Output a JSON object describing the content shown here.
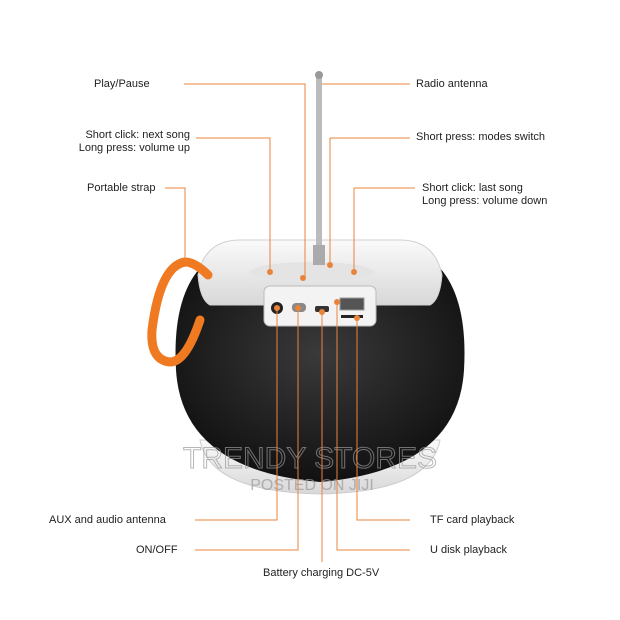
{
  "labels": {
    "play_pause": "Play/Pause",
    "next_song_1": "Short click: next song",
    "next_song_2": "Long press: volume up",
    "portable_strap": "Portable strap",
    "radio_antenna": "Radio antenna",
    "modes_switch": "Short press: modes switch",
    "last_song_1": "Short click: last song",
    "last_song_2": "Long press: volume down",
    "aux": "AUX and audio antenna",
    "on_off": "ON/OFF",
    "battery": "Battery charging DC-5V",
    "tf_card": "TF card  playback",
    "u_disk": "U disk playback"
  },
  "watermark": {
    "line1": "TRENDY STORES",
    "line2": "POSTED ON JIJI"
  },
  "colors": {
    "leader": "#e8843a",
    "strap": "#f07a22",
    "body": "#1e1e1e",
    "shell": "#eeeeee"
  }
}
